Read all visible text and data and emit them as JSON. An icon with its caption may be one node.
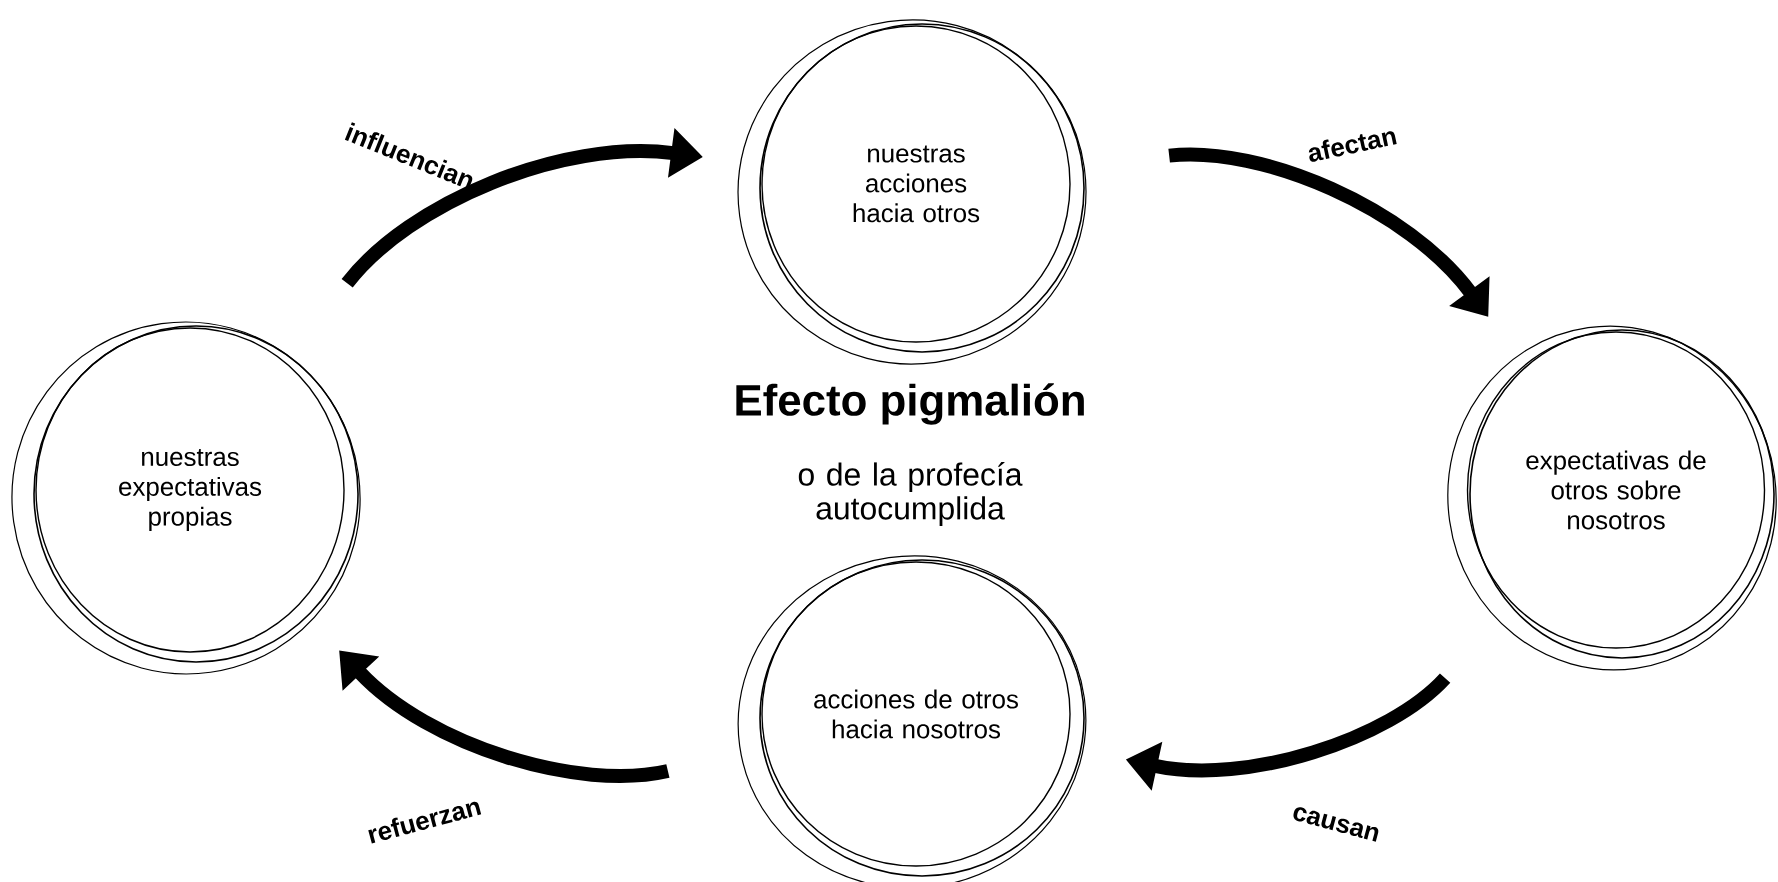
{
  "diagram": {
    "title": "Efecto pigmalión",
    "caption": "o de la profecía autocumplida",
    "nodes": [
      {
        "text": [
          "nuestras acciones hacia otros"
        ]
      },
      {
        "text": [
          "expectativas de otros sobre nosotros"
        ]
      },
      {
        "text": [
          "acciones de otros hacia nosotros"
        ]
      },
      {
        "text": [
          "nuestras expectativas propias"
        ]
      }
    ],
    "edges": [
      {
        "from": 3,
        "to": 0,
        "arrow": "to",
        "label": "influencian"
      },
      {
        "from": 0,
        "to": 1,
        "arrow": "to",
        "label": "afectan"
      },
      {
        "from": 1,
        "to": 2,
        "arrow": "to",
        "label": "causan"
      },
      {
        "from": 2,
        "to": 3,
        "arrow": "to",
        "label": "refuerzan"
      }
    ]
  }
}
